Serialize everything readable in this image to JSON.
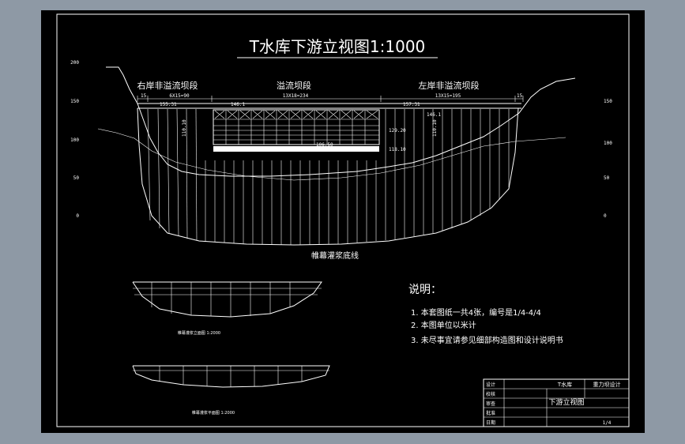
{
  "drawing": {
    "title": "T水库下游立视图1:1000",
    "sections": {
      "right_bank": "右岸非溢流坝段",
      "spillway": "溢流坝段",
      "left_bank": "左岸非溢流坝段"
    },
    "section_dims": {
      "right": "6X15=90",
      "middle": "13X18=234",
      "left": "13X15=195",
      "edge_left": "15",
      "edge_right": "15"
    },
    "elevations": {
      "left_top": "155.31",
      "right_top": "157.31",
      "mid_left": "146.1",
      "mid_right": "146.1",
      "ann_129": "129.20",
      "ann_118": "118.10",
      "ann_crest": "106.50",
      "ann_110_left": "110.10",
      "ann_110_right": "110.10"
    },
    "axis_ticks_left": [
      "200",
      "150",
      "100",
      "50",
      "0"
    ],
    "axis_ticks_right": [
      "150",
      "100",
      "50",
      "0"
    ],
    "curtain_label": "帷幕灌浆底线",
    "notes": {
      "heading": "说明：",
      "items": [
        "1.  本套图纸一共4张，编号是1/4-4/4",
        "2.  本图单位以米计",
        "3.  未尽事宜请参见细部构造图和设计说明书"
      ]
    },
    "small_views": {
      "upper_label": "帷幕灌浆立面图 1:2000",
      "lower_label": "帷幕灌浆平面图 1:2000"
    },
    "title_block": {
      "project": "T水库",
      "design": "重力坝设计",
      "drawing_name": "下游立视图",
      "row_labels": [
        "设计",
        "校核",
        "审查",
        "批准",
        "日期"
      ],
      "sheet_no": "1/4"
    }
  }
}
